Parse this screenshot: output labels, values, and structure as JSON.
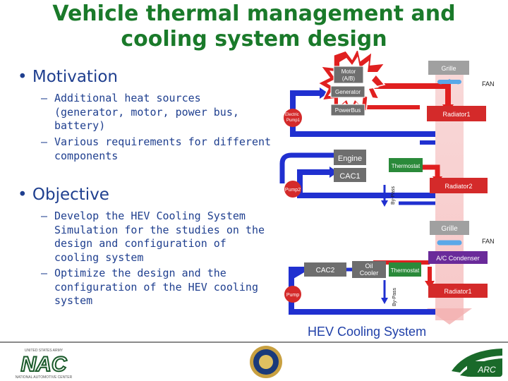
{
  "slide": {
    "title_line1": "Vehicle thermal management and",
    "title_line2": "cooling system design"
  },
  "bullets": [
    {
      "heading": "Motivation",
      "items": [
        [
          "Additional heat sources",
          "(generator, motor, power bus,",
          "battery)"
        ],
        [
          "Various requirements for different",
          "components"
        ]
      ]
    },
    {
      "heading": "Objective",
      "items": [
        [
          "Develop the HEV Cooling System",
          "Simulation for the studies on the",
          "design and configuration of",
          "cooling system"
        ],
        [
          "Optimize the design and the",
          "configuration of the HEV cooling",
          "system"
        ]
      ]
    }
  ],
  "diagram": {
    "top": {
      "motor": [
        "Motor",
        "(A/B)"
      ],
      "generator": "Generator",
      "powerbus": "PowerBus",
      "electric_pump": [
        "Electric",
        "Pump1"
      ],
      "grille": "Grille",
      "fan": "FAN",
      "radiator1": "Radiator1",
      "engine": "Engine",
      "thermostat": "Thermostat",
      "cac1": "CAC1",
      "bypass": "By-Pass",
      "pump2": "Pump2",
      "radiator2": "Radiator2"
    },
    "bottom": {
      "grille": "Grille",
      "fan": "FAN",
      "ac_condenser": "A/C Condenser",
      "cac2": "CAC2",
      "oil_cooler": [
        "Oil",
        "Cooler"
      ],
      "thermostat": "Thermostat",
      "bypass": "By-Pass",
      "pump": "Pump",
      "radiator1": "Radiator1"
    },
    "caption": "HEV Cooling System"
  },
  "footer": {
    "nac_logo_text": "NAC",
    "nac_logo_top": "UNITED STATES ARMY",
    "nac_logo_bottom": "NATIONAL AUTOMOTIVE CENTER",
    "arc_logo_text": "ARC"
  },
  "colors": {
    "title": "#1a7a2a",
    "bullet_text": "#1f3f8f",
    "pipe_hot": "#e02020",
    "pipe_cold": "#2030d0",
    "component_gray": "#6e6e6e",
    "radiator_red": "#d42a2a",
    "thermostat_green": "#2a8a3a",
    "condenser_purple": "#6a2a9a",
    "grille_gray": "#a0a0a0"
  }
}
